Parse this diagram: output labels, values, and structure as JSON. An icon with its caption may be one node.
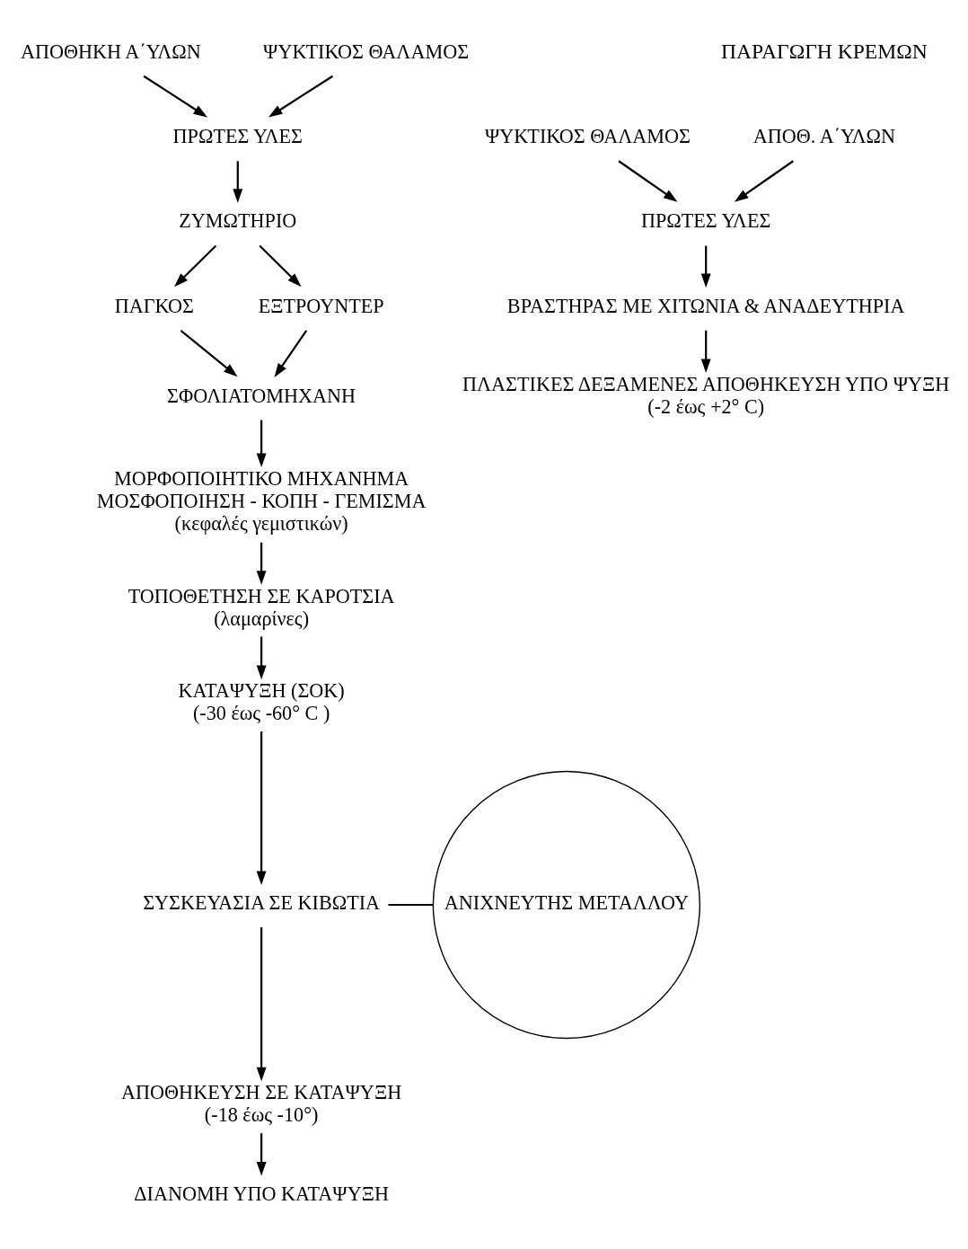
{
  "diagram": {
    "nodes": [
      {
        "text": [
          "ΑΠΟΘΗΚΗ Α΄ΥΛΩΝ"
        ]
      },
      {
        "text": [
          "ΨΥΚΤΙΚΟΣ ΘΑΛΑΜΟΣ"
        ]
      },
      {
        "text": [
          "ΠΡΩΤΕΣ ΥΛΕΣ"
        ]
      },
      {
        "text": [
          "ΖΥΜΩΤΗΡΙΟ"
        ]
      },
      {
        "text": [
          "ΠΑΓΚΟΣ"
        ]
      },
      {
        "text": [
          "ΕΞΤΡΟΥΝΤΕΡ"
        ]
      },
      {
        "text": [
          "ΣΦΟΛΙΑΤΟΜΗΧΑΝΗ"
        ]
      },
      {
        "text": [
          "ΜΟΡΦΟΠΟΙΗΤΙΚΟ ΜΗΧΑΝΗΜΑ",
          "ΜΟΣΦΟΠΟΙΗΣΗ - ΚΟΠΗ - ΓΕΜΙΣΜΑ",
          "(κεφαλές γεμιστικών)"
        ]
      },
      {
        "text": [
          "ΤΟΠΟΘΕΤΗΣΗ ΣΕ ΚΑΡΟΤΣΙΑ",
          "(λαμαρίνες)"
        ]
      },
      {
        "text": [
          "ΚΑΤΑΨΥΞΗ (ΣΟΚ)",
          "(-30 έως -60° C )"
        ]
      },
      {
        "text": [
          "ΣΥΣΚΕΥΑΣΙΑ ΣΕ ΚΙΒΩΤΙΑ"
        ]
      },
      {
        "text": [
          "ΑΝΙΧΝΕΥΤΗΣ ΜΕΤΑΛΛΟΥ"
        ]
      },
      {
        "text": [
          "ΑΠΟΘΗΚΕΥΣΗ ΣΕ ΚΑΤΑΨΥΞΗ",
          "(-18 έως -10°)"
        ]
      },
      {
        "text": [
          "ΔΙΑΝΟΜΗ ΥΠΟ ΚΑΤΑΨΥΞΗ"
        ]
      },
      {
        "text": [
          "ΑΠΟΘ. Α΄ΥΛΩΝ"
        ]
      },
      {
        "text": [
          "ΨΥΚΤΙΚΟΣ ΘΑΛΑΜΟΣ"
        ]
      },
      {
        "text": [
          "ΠΡΩΤΕΣ ΥΛΕΣ"
        ]
      },
      {
        "text": [
          "ΒΡΑΣΤΗΡΑΣ ΜΕ ΧΙΤΩΝΙΑ & ΑΝΑΔΕΥΤΗΡΙΑ"
        ]
      },
      {
        "text": [
          "ΠΛΑΣΤΙΚΕΣ ΔΕΞΑΜΕΝΕΣ ΑΠΟΘΗΚΕΥΣΗ ΥΠΟ ΨΥΞΗ",
          "(-2 έως +2° C)"
        ]
      }
    ],
    "edges": [
      {
        "from": 0,
        "to": 2,
        "arrow": "to"
      },
      {
        "from": 1,
        "to": 2,
        "arrow": "to"
      },
      {
        "from": 2,
        "to": 3,
        "arrow": "to"
      },
      {
        "from": 3,
        "to": 4,
        "arrow": "to"
      },
      {
        "from": 3,
        "to": 5,
        "arrow": "to"
      },
      {
        "from": 4,
        "to": 6,
        "arrow": "to"
      },
      {
        "from": 5,
        "to": 6,
        "arrow": "to"
      },
      {
        "from": 6,
        "to": 7,
        "arrow": "to"
      },
      {
        "from": 7,
        "to": 8,
        "arrow": "to"
      },
      {
        "from": 8,
        "to": 9,
        "arrow": "to"
      },
      {
        "from": 9,
        "to": 10,
        "arrow": "to"
      },
      {
        "from": 10,
        "to": 11,
        "arrow": "none"
      },
      {
        "from": 10,
        "to": 12,
        "arrow": "to"
      },
      {
        "from": 12,
        "to": 13,
        "arrow": "to"
      },
      {
        "from": 14,
        "to": 16,
        "arrow": "to"
      },
      {
        "from": 15,
        "to": 16,
        "arrow": "to"
      },
      {
        "from": 16,
        "to": 17,
        "arrow": "to"
      },
      {
        "from": 17,
        "to": 18,
        "arrow": "to"
      }
    ],
    "labels": [
      "ΠΑΡΑΓΩΓΗ ΚΡΕΜΩΝ"
    ]
  }
}
